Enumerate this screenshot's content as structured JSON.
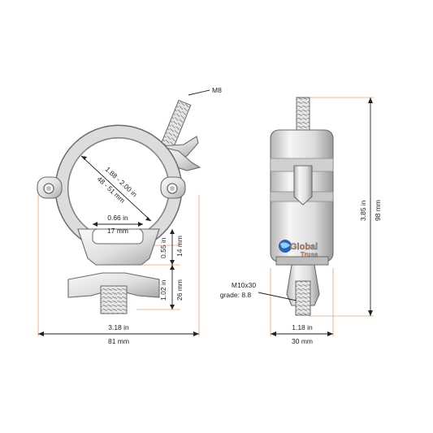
{
  "side_view": {
    "thread_label": "M8",
    "clamp_diameter_in": "1.88 - 2.00 in",
    "clamp_diameter_mm": "48 - 51 mm",
    "slot_width_in": "0.66 in",
    "slot_width_mm": "17 mm",
    "slot_height_in": "0.55 in",
    "slot_height_mm": "14 mm",
    "bolt_length_in": "1.02 in",
    "bolt_length_mm": "26 mm",
    "overall_width_in": "3.18 in",
    "overall_width_mm": "81 mm"
  },
  "front_view": {
    "overall_height_in": "3.85 in",
    "overall_height_mm": "98 mm",
    "bolt_spec_line1": "M10x30",
    "bolt_spec_line2": "grade: 8.8",
    "body_width_in": "1.18 in",
    "body_width_mm": "30 mm",
    "logo_text_line1": "Global",
    "logo_text_line2": "Truss"
  },
  "colors": {
    "dimension_line": "#222222",
    "extension_line": "#e8a071",
    "metal_light": "#f2f2f2",
    "metal_mid": "#cfcfcf",
    "metal_dark": "#8c8c8c",
    "logo_blue": "#2a63b8",
    "logo_orange": "#f08c2a"
  }
}
